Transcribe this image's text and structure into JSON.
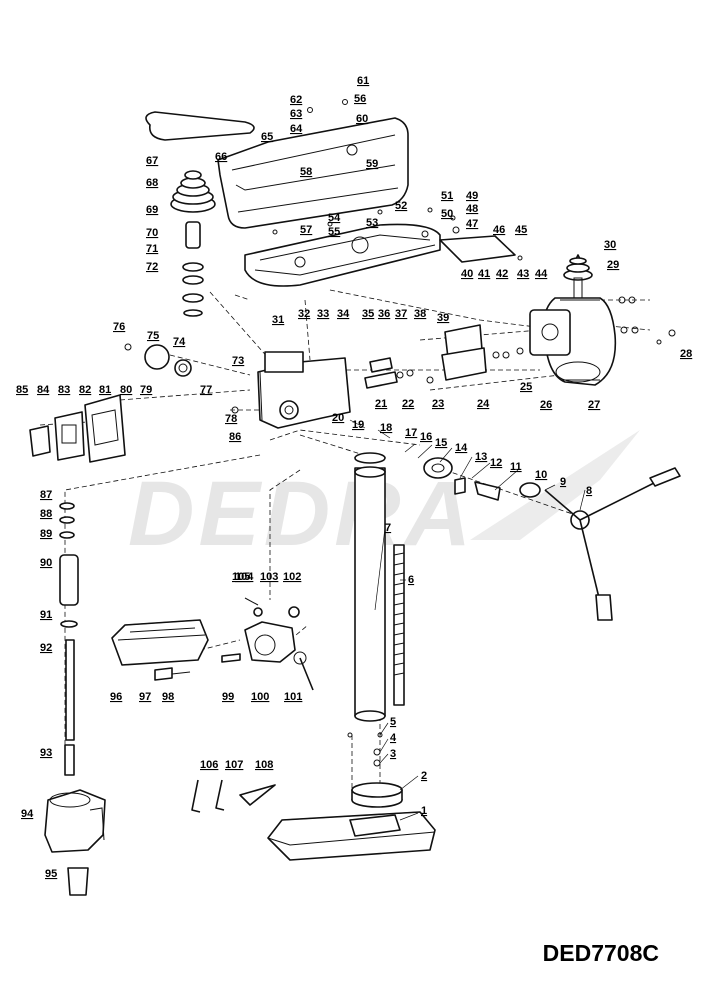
{
  "watermark_text": "DEDRA",
  "model_code": "DED7708C",
  "callouts": [
    "1",
    "2",
    "3",
    "4",
    "5",
    "6",
    "7",
    "8",
    "9",
    "10",
    "11",
    "12",
    "13",
    "14",
    "15",
    "16",
    "17",
    "18",
    "19",
    "20",
    "21",
    "22",
    "23",
    "24",
    "25",
    "26",
    "27",
    "28",
    "29",
    "30",
    "31",
    "32",
    "33",
    "34",
    "35",
    "36",
    "37",
    "38",
    "39",
    "40",
    "41",
    "42",
    "43",
    "44",
    "45",
    "46",
    "47",
    "48",
    "49",
    "50",
    "51",
    "52",
    "53",
    "54",
    "55",
    "56",
    "57",
    "58",
    "59",
    "60",
    "61",
    "62",
    "63",
    "64",
    "65",
    "66",
    "67",
    "68",
    "69",
    "70",
    "71",
    "72",
    "73",
    "74",
    "75",
    "76",
    "77",
    "78",
    "79",
    "80",
    "81",
    "82",
    "83",
    "84",
    "85",
    "86",
    "87",
    "88",
    "89",
    "90",
    "91",
    "92",
    "93",
    "94",
    "95",
    "96",
    "97",
    "98",
    "99",
    "100",
    "101",
    "102",
    "103",
    "104",
    "105",
    "106",
    "107",
    "108"
  ]
}
